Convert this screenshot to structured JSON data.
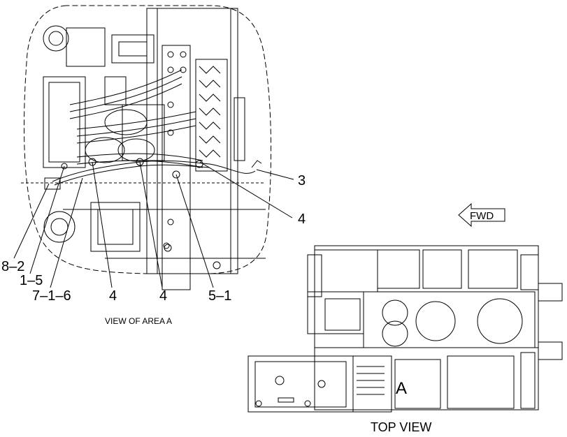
{
  "callouts": {
    "c3": "3",
    "c4_right": "4",
    "c8_2": "8–2",
    "c1_5": "1–5",
    "c7_1_6": "7–1–6",
    "c4_a": "4",
    "c4_b": "4",
    "c5_1": "5–1"
  },
  "captions": {
    "view_area": "VIEW OF AREA  A",
    "top_view": "TOP VIEW",
    "area_marker": "A",
    "fwd": "FWD"
  },
  "colors": {
    "line": "#000000",
    "background": "#ffffff"
  }
}
